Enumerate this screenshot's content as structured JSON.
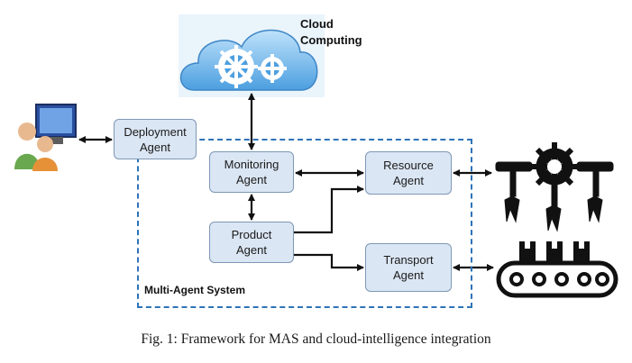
{
  "cloud": {
    "label": "Cloud\nComputing"
  },
  "agents": {
    "deployment": "Deployment\nAgent",
    "monitoring": "Monitoring\nAgent",
    "resource": "Resource\nAgent",
    "product": "Product\nAgent",
    "transport": "Transport\nAgent"
  },
  "mas_label": "Multi-Agent System",
  "caption": "Fig. 1: Framework for MAS and cloud-intelligence integration",
  "icons": [
    "cloud-gears-icon",
    "user-computer-icon",
    "robot-arms-icon",
    "conveyor-belt-icon"
  ],
  "colors": {
    "box_fill": "#dbe6f4",
    "box_border": "#7f97b5",
    "mas_border": "#2e73b8",
    "cloud": "#5aa9e6"
  }
}
